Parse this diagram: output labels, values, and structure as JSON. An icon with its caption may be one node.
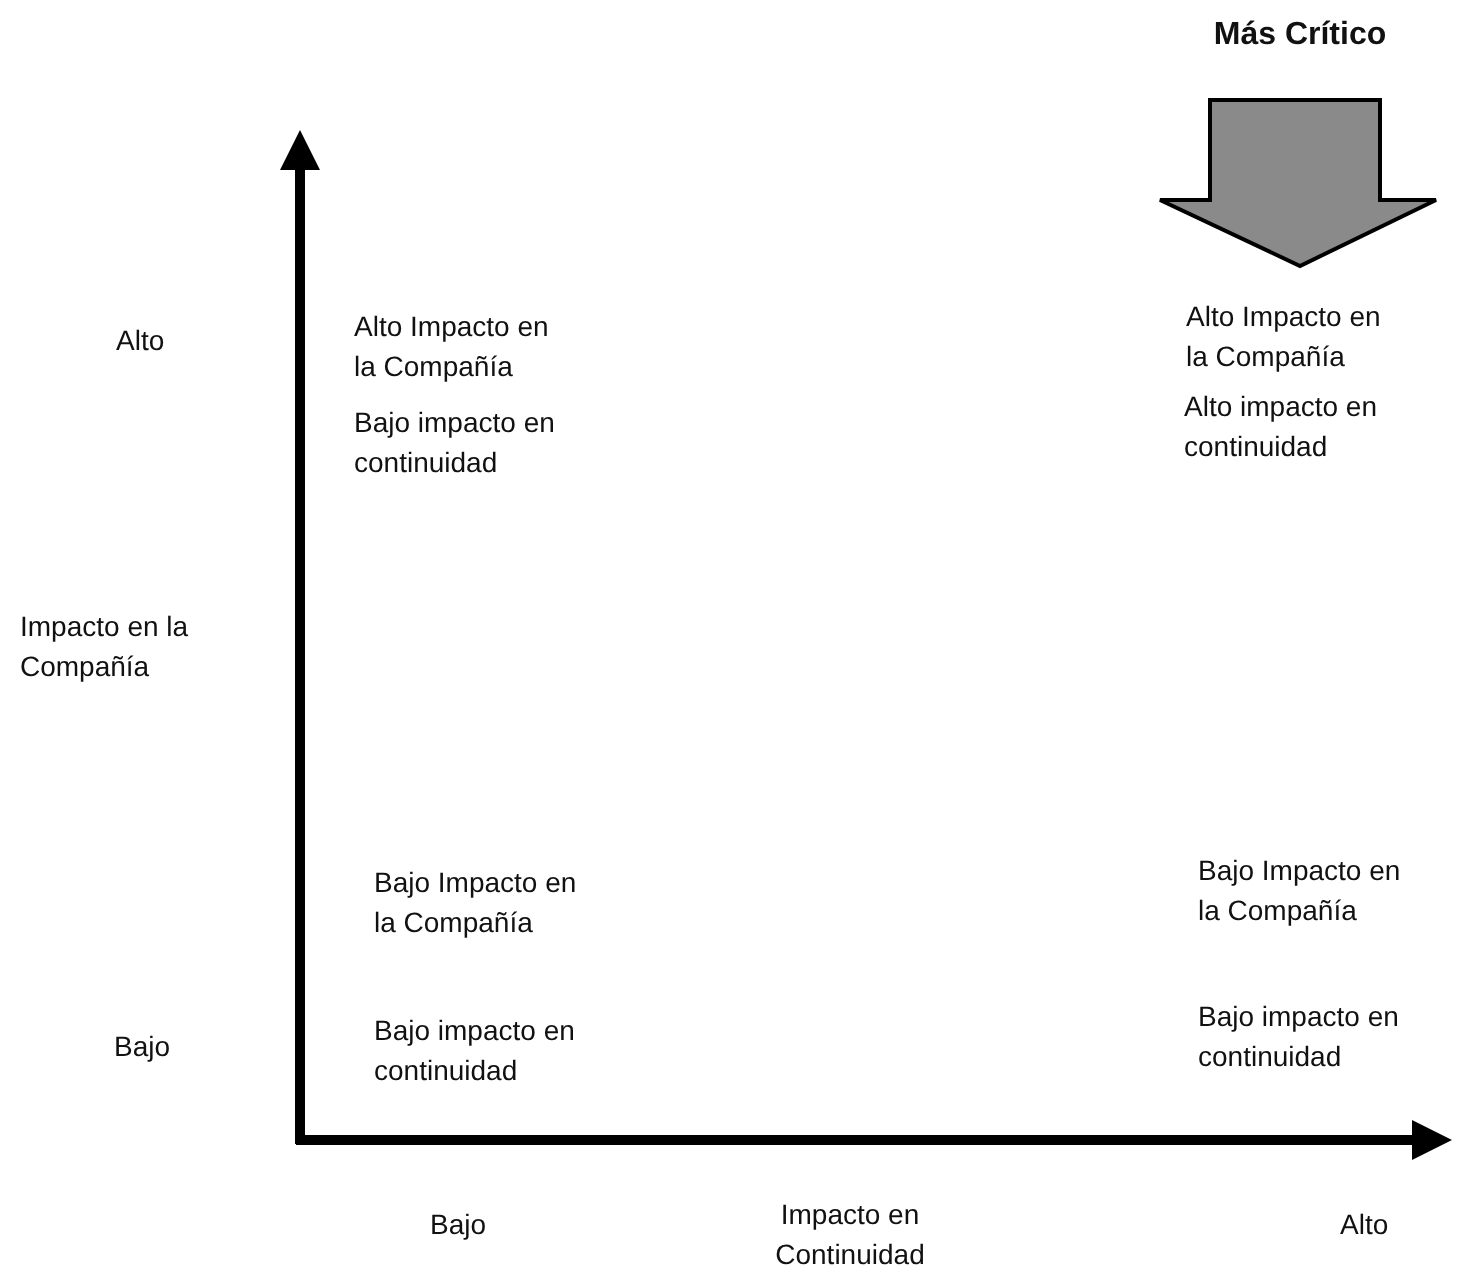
{
  "diagram": {
    "labels": [
      "Más Crítico",
      "Alto",
      "Alto Impacto en la Compañía",
      "Alto Impacto en la Compañía",
      "Bajo impacto en continuidad",
      "Alto impacto en continuidad",
      "Impacto en la Compañía",
      "Bajo Impacto en la Compañía",
      "Bajo Impacto en la Compañía",
      "Bajo",
      "Bajo impacto en continuidad",
      "Bajo impacto en continuidad",
      "Bajo",
      "Impacto en Continuidad",
      "Alto"
    ]
  }
}
